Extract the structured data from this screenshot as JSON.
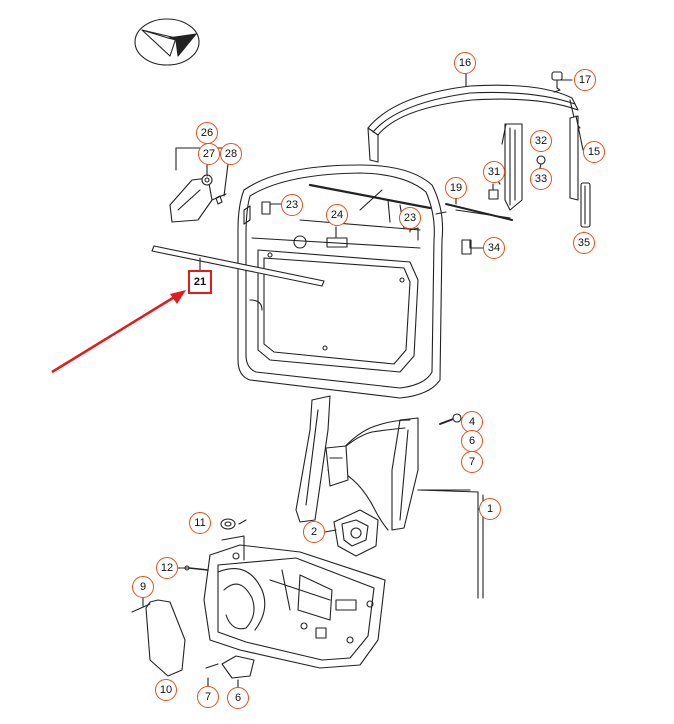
{
  "diagram": {
    "highlighted_part": "21",
    "arrow_color": "#e31b1b",
    "label_ring_color": "#e0501a",
    "line_color": "#222222",
    "parts": [
      {
        "label": "1"
      },
      {
        "label": "2"
      },
      {
        "label": "4"
      },
      {
        "label": "6"
      },
      {
        "label": "7"
      },
      {
        "label": "6"
      },
      {
        "label": "7"
      },
      {
        "label": "9"
      },
      {
        "label": "10"
      },
      {
        "label": "11"
      },
      {
        "label": "12"
      },
      {
        "label": "15"
      },
      {
        "label": "16"
      },
      {
        "label": "17"
      },
      {
        "label": "19"
      },
      {
        "label": "21"
      },
      {
        "label": "23"
      },
      {
        "label": "23"
      },
      {
        "label": "24"
      },
      {
        "label": "26"
      },
      {
        "label": "27"
      },
      {
        "label": "28"
      },
      {
        "label": "31"
      },
      {
        "label": "32"
      },
      {
        "label": "33"
      },
      {
        "label": "34"
      },
      {
        "label": "35"
      }
    ]
  }
}
